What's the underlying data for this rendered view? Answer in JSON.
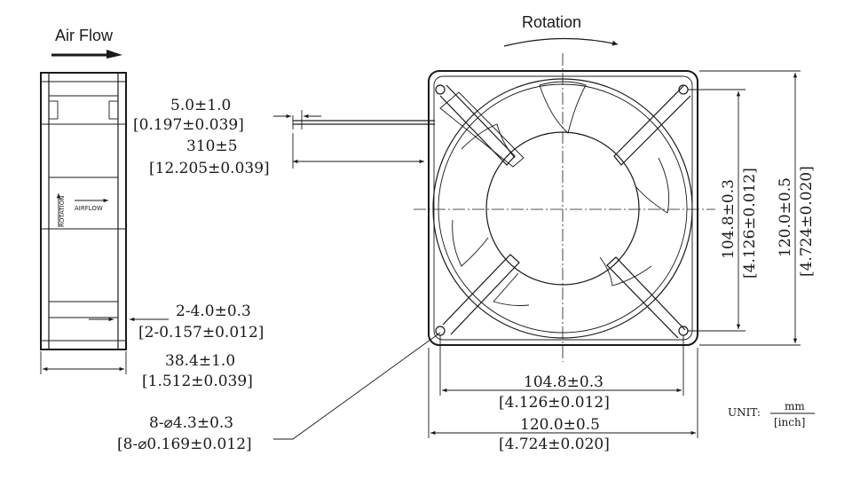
{
  "labels": {
    "air_flow": "Air Flow",
    "rotation": "Rotation",
    "side_rotation": "ROTATION",
    "side_airflow": "AIRFLOW"
  },
  "dimensions": {
    "lead_strip_mm": "5.0±1.0",
    "lead_strip_inch": "[0.197±0.039]",
    "lead_length_mm": "310±5",
    "lead_length_inch": "[12.205±0.039]",
    "flange_mm": "2-4.0±0.3",
    "flange_inch": "[2-0.157±0.012]",
    "depth_mm": "38.4±1.0",
    "depth_inch": "[1.512±0.039]",
    "hole_mm": "8-⌀4.3±0.3",
    "hole_inch": "[8-⌀0.169±0.012]",
    "hole_spacing_h_mm": "104.8±0.3",
    "hole_spacing_h_inch": "[4.126±0.012]",
    "width_mm": "120.0±0.5",
    "width_inch": "[4.724±0.020]",
    "hole_spacing_v_mm": "104.8±0.3",
    "hole_spacing_v_inch": "[4.126±0.012]",
    "height_mm": "120.0±0.5",
    "height_inch": "[4.724±0.020]"
  },
  "unit_legend": {
    "prefix": "UNIT:",
    "numerator": "mm",
    "denominator": "[inch]"
  }
}
